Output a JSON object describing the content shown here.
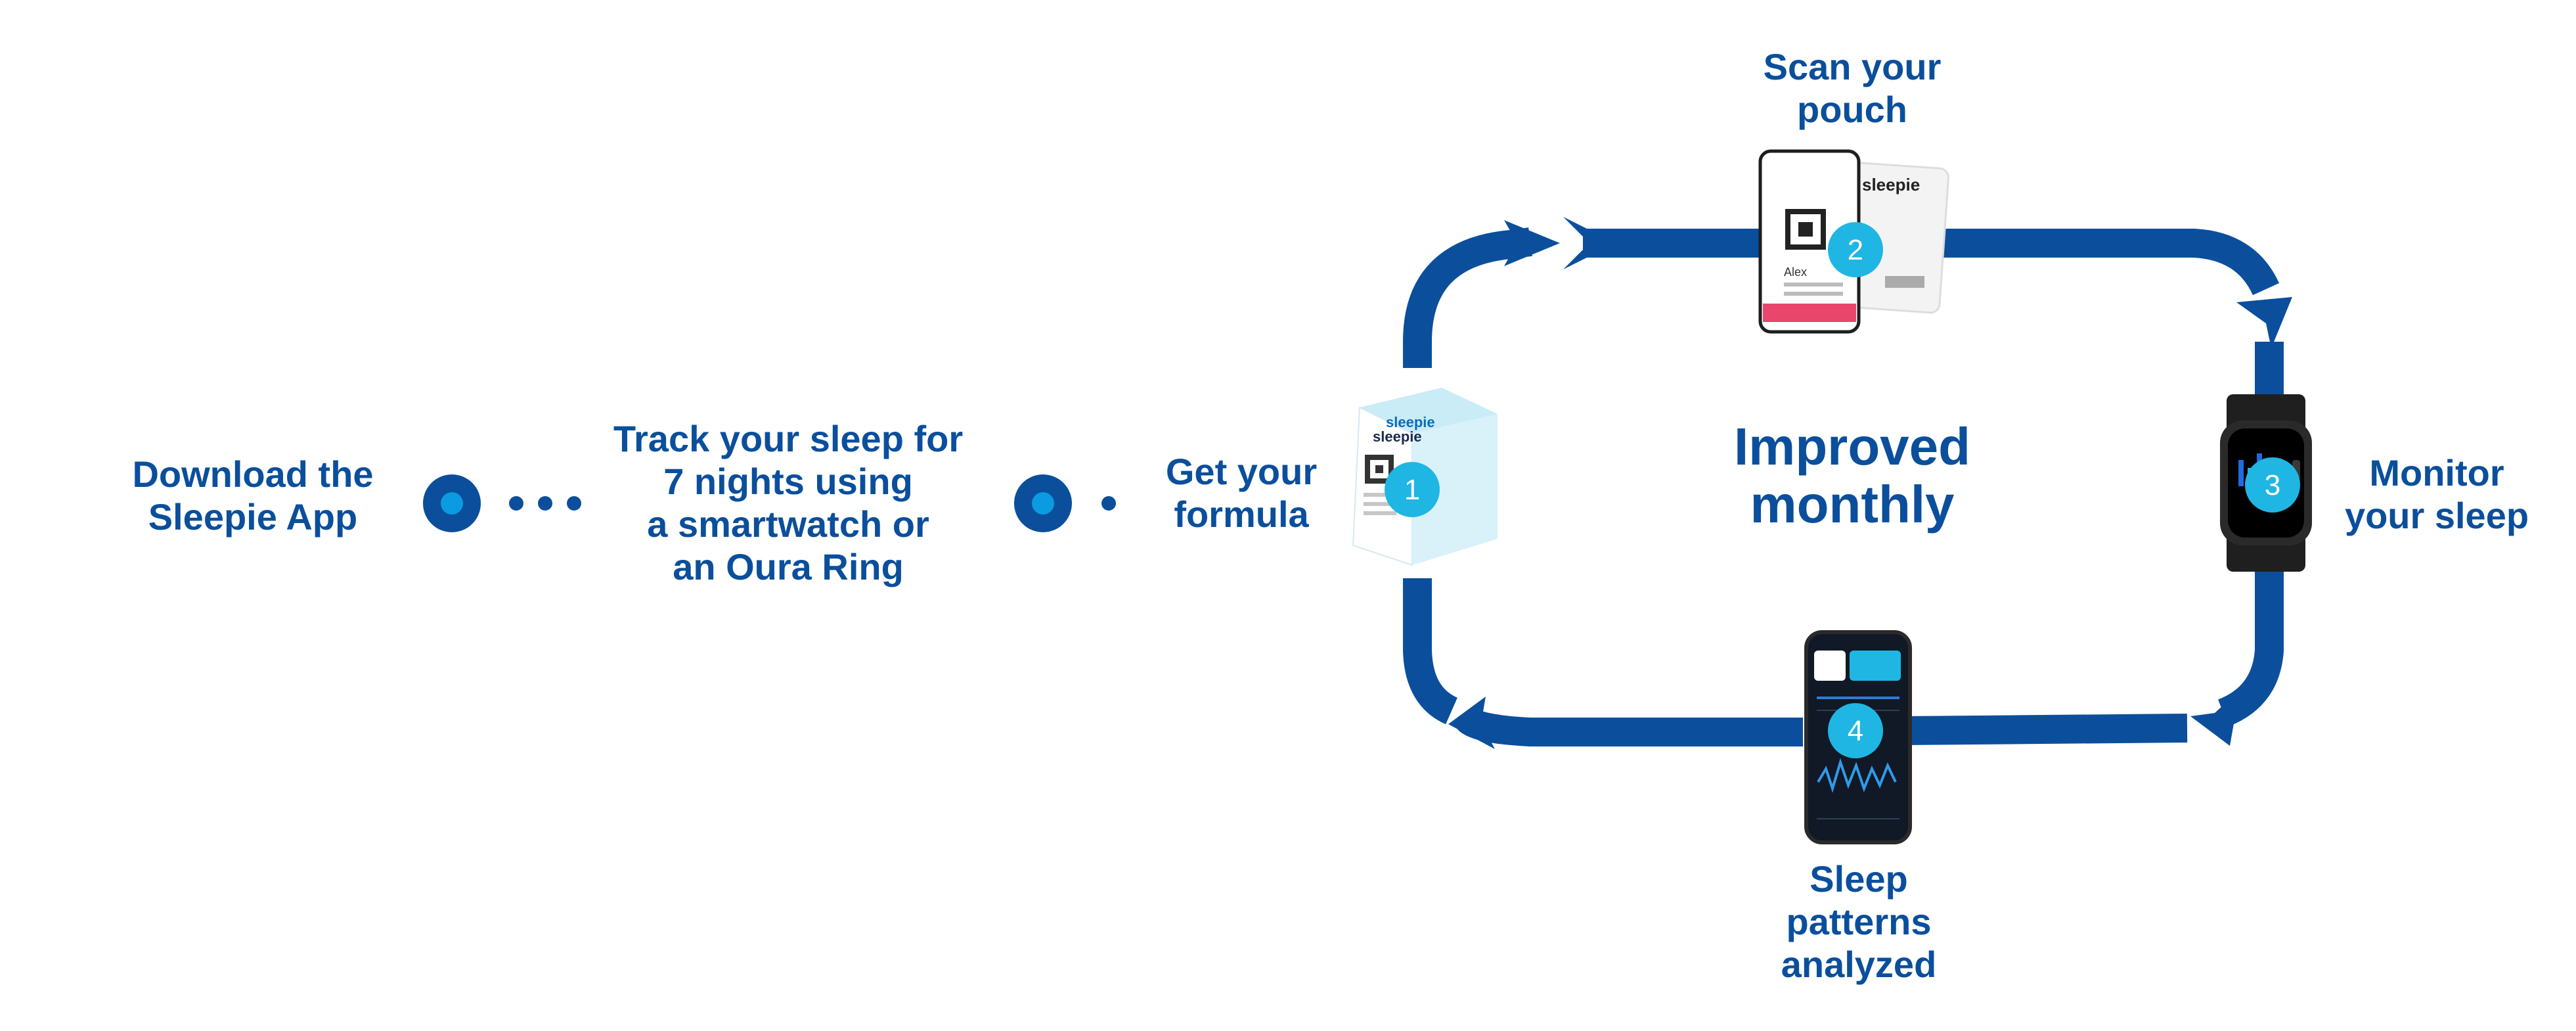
{
  "steps_intro": {
    "download": [
      "Download the",
      "Sleepie App"
    ],
    "track": [
      "Track your sleep for",
      "7 nights using",
      "a smartwatch or",
      "an Oura Ring"
    ]
  },
  "cycle": {
    "center": [
      "Improved",
      "monthly"
    ],
    "step1": {
      "number": "1",
      "label": [
        "Get your",
        "formula"
      ]
    },
    "step2": {
      "number": "2",
      "label": [
        "Scan your",
        "pouch"
      ]
    },
    "step3": {
      "number": "3",
      "label": [
        "Monitor",
        "your sleep"
      ]
    },
    "step4": {
      "number": "4",
      "label": [
        "Sleep",
        "patterns",
        "analyzed"
      ]
    }
  },
  "product": {
    "brand": "sleepie",
    "pouch_name": "Alex"
  },
  "colors": {
    "brand_blue": "#0b4f9c",
    "badge_cyan": "#1fb6e3",
    "dot_dark": "#0b4f9c",
    "dot_inner": "#0a9be0"
  }
}
